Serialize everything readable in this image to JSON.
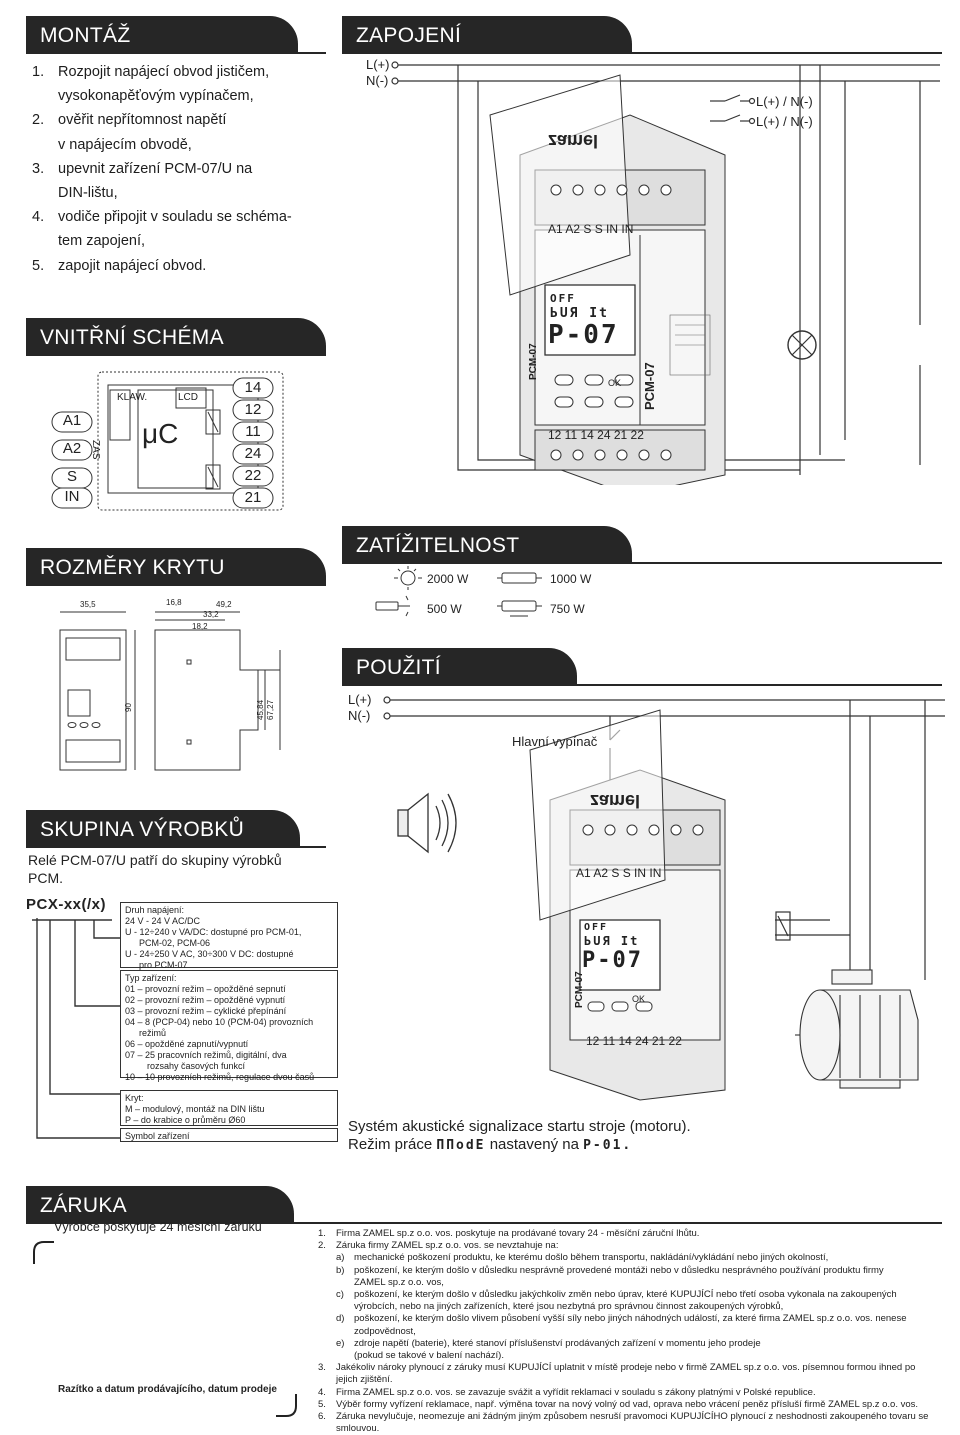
{
  "montaz": {
    "title": "MONTÁŽ",
    "steps": [
      {
        "n": "1.",
        "lines": [
          "Rozpojit napájecí obvod jističem,",
          "vysokonapěťovým vypínačem,"
        ]
      },
      {
        "n": "2.",
        "lines": [
          "ověřit nepřítomnost napětí",
          "v napájecím obvodě,"
        ]
      },
      {
        "n": "3.",
        "lines": [
          "upevnit zařízení PCM-07/U na",
          "DIN-lištu,"
        ]
      },
      {
        "n": "4.",
        "lines": [
          "vodiče připojit v souladu se schéma-",
          "tem zapojení,"
        ]
      },
      {
        "n": "5.",
        "lines": [
          "zapojit napájecí obvod."
        ]
      }
    ]
  },
  "zapojeni": {
    "title": "ZAPOJENÍ",
    "l_plus": "L(+)",
    "n_minus": "N(-)",
    "out1": "L(+) / N(-)",
    "out2": "L(+) / N(-)",
    "top_terminals": "A1 A2  S  S  IN  IN",
    "bottom_terminals": "12  11  14  24  21  22",
    "lcd_line1": "OFF",
    "lcd_line2": "ЬUЯ Ιt",
    "lcd_line3": "P-07",
    "model_side": "PCM-07",
    "model_small": "PCM-07",
    "brand": "zamel",
    "ok_label": "OK"
  },
  "vnitrni": {
    "title": "VNITŘNÍ SCHÉMA",
    "inputs": [
      "A1",
      "A2",
      "S",
      "IN"
    ],
    "outputs": [
      "14",
      "12",
      "11",
      "24",
      "22",
      "21"
    ],
    "klaw": "KLAW.",
    "lcd": "LCD",
    "zas": "ZAS",
    "uc": "μC"
  },
  "rozmery": {
    "title": "ROZMĚRY KRYTU",
    "d1": "35,5",
    "d2": "16,8",
    "d3": "49,2",
    "d4": "33,2",
    "d5": "18,2",
    "d6": "90",
    "d7": "45,84",
    "d8": "67,27"
  },
  "zatizitelnost": {
    "title": "ZATÍŽITELNOST",
    "items": [
      "2000 W",
      "1000 W",
      "500 W",
      "750 W"
    ]
  },
  "pouziti": {
    "title": "POUŽITÍ",
    "l_plus": "L(+)",
    "n_minus": "N(-)",
    "main_switch": "Hlavní vypínač",
    "top_terminals": "A1 A2  S  S  IN  IN",
    "bottom_terminals": "12  11  14  24  21  22",
    "lcd_line1": "OFF",
    "lcd_line2": "ЬUЯ Ιt",
    "lcd_line3": "P-07",
    "model_side": "PCM-07",
    "brand": "zamel",
    "ok_label": "OK",
    "caption1": "Systém akustické signalizace startu stroje (motoru).",
    "caption2_pre": "Režim práce",
    "caption2_mode": "ΠΠodE",
    "caption2_mid": "nastavený na",
    "caption2_val": "P-01."
  },
  "skupina": {
    "title": "SKUPINA VÝROBKŮ",
    "intro1": "Relé PCM-07/U patří do skupiny výrobků",
    "intro2": "PCM.",
    "code": "PCX-xx(/x)",
    "box1": [
      "Druh napájení:",
      "24 V - 24 V AC/DC",
      "U - 12÷240 v VA/DC: dostupné pro PCM-01,",
      "PCM-02, PCM-06",
      "U - 24÷250 V AC, 30÷300 V DC: dostupné",
      "pro PCM-07"
    ],
    "box2": [
      "Typ zařízení:",
      "01 – provozní režim – opožděné sepnutí",
      "02 – provozní režim – opožděné vypnutí",
      "03 – provozní režim – cyklické přepínání",
      "04 – 8 (PCP-04) nebo 10 (PCM-04) provozních",
      "režimů",
      "06 – opožděné zapnutí/vypnutí",
      "07 – 25 pracovních režimů, digitální, dva",
      "rozsahy časových funkcí",
      "10 – 10 provozních režimů, regulace dvou časů"
    ],
    "box3": [
      "Kryt:",
      "M – modulový, montáž na DIN lištu",
      "P – do krabice o průměru Ø60"
    ],
    "box4": [
      "Symbol zařízení"
    ]
  },
  "zaruka": {
    "title": "ZÁRUKA",
    "subtitle": "Výrobce poskytuje 24 měsíční záruku",
    "stamp": "Razítko a datum prodávajícího, datum prodeje",
    "items": [
      {
        "n": "1.",
        "t": "Firma ZAMEL sp.z o.o. vos. poskytuje na prodávané tovary 24 - měsíční záruční lhůtu."
      },
      {
        "n": "2.",
        "t": "Záruka firmy ZAMEL sp.z o.o. vos. se nevztahuje na:"
      },
      {
        "n": "a)",
        "t": "mechanické poškození produktu, ke kterému došlo během transportu, nakládání/vykládání nebo jiných okolností,",
        "sub": true
      },
      {
        "n": "b)",
        "t": "poškození, ke kterým došlo v důsledku nesprávně provedené montáži nebo v důsledku nesprávného používání produktu firmy",
        "sub": true
      },
      {
        "n": "",
        "t": "ZAMEL sp.z o.o. vos,",
        "sub": true
      },
      {
        "n": "c)",
        "t": "poškození, ke kterým došlo v důsledku jakýchkoliv změn nebo úprav, které KUPUJÍCÍ nebo třetí osoba vykonala na zakoupených",
        "sub": true
      },
      {
        "n": "",
        "t": "výrobcích, nebo na jiných zařízeních, které jsou nezbytná pro správnou činnost zakoupených výrobků,",
        "sub": true
      },
      {
        "n": "d)",
        "t": "poškození, ke kterým došlo vlivem působení vyšší síly nebo jiných náhodných událostí, za které firma ZAMEL sp.z o.o. vos. nenese",
        "sub": true
      },
      {
        "n": "",
        "t": "zodpovědnost,",
        "sub": true
      },
      {
        "n": "e)",
        "t": "zdroje napětí (baterie), které stanoví příslušenství prodávaných zařízení v momentu jeho prodeje",
        "sub": true
      },
      {
        "n": "",
        "t": "(pokud se takové v balení nachází).",
        "sub": true
      },
      {
        "n": "3.",
        "t": "Jakékoliv nároky plynoucí z záruky musí KUPUJÍCÍ uplatnit v místě prodeje nebo v firmě ZAMEL sp.z o.o. vos. písemnou formou ihned po"
      },
      {
        "n": "",
        "t": "jejich zjištění."
      },
      {
        "n": "4.",
        "t": "Firma ZAMEL sp.z o.o. vos. se zavazuje svážit a vyřídit reklamaci v souladu s  zákony platnými v Polské republice."
      },
      {
        "n": "5.",
        "t": "Výběr formy vyřízení reklamace, např. výměna tovar na nový volný od vad, oprava nebo vrácení peněz přísluší firmě ZAMEL sp.z o.o. vos."
      },
      {
        "n": "6.",
        "t": "Záruka nevylučuje, neomezuje ani žádným jiným způsobem nesruší pravomoci KUPUJÍCÍHO plynoucí z neshodnosti zakoupeného tovaru se"
      },
      {
        "n": "",
        "t": "smlouvou."
      }
    ]
  }
}
